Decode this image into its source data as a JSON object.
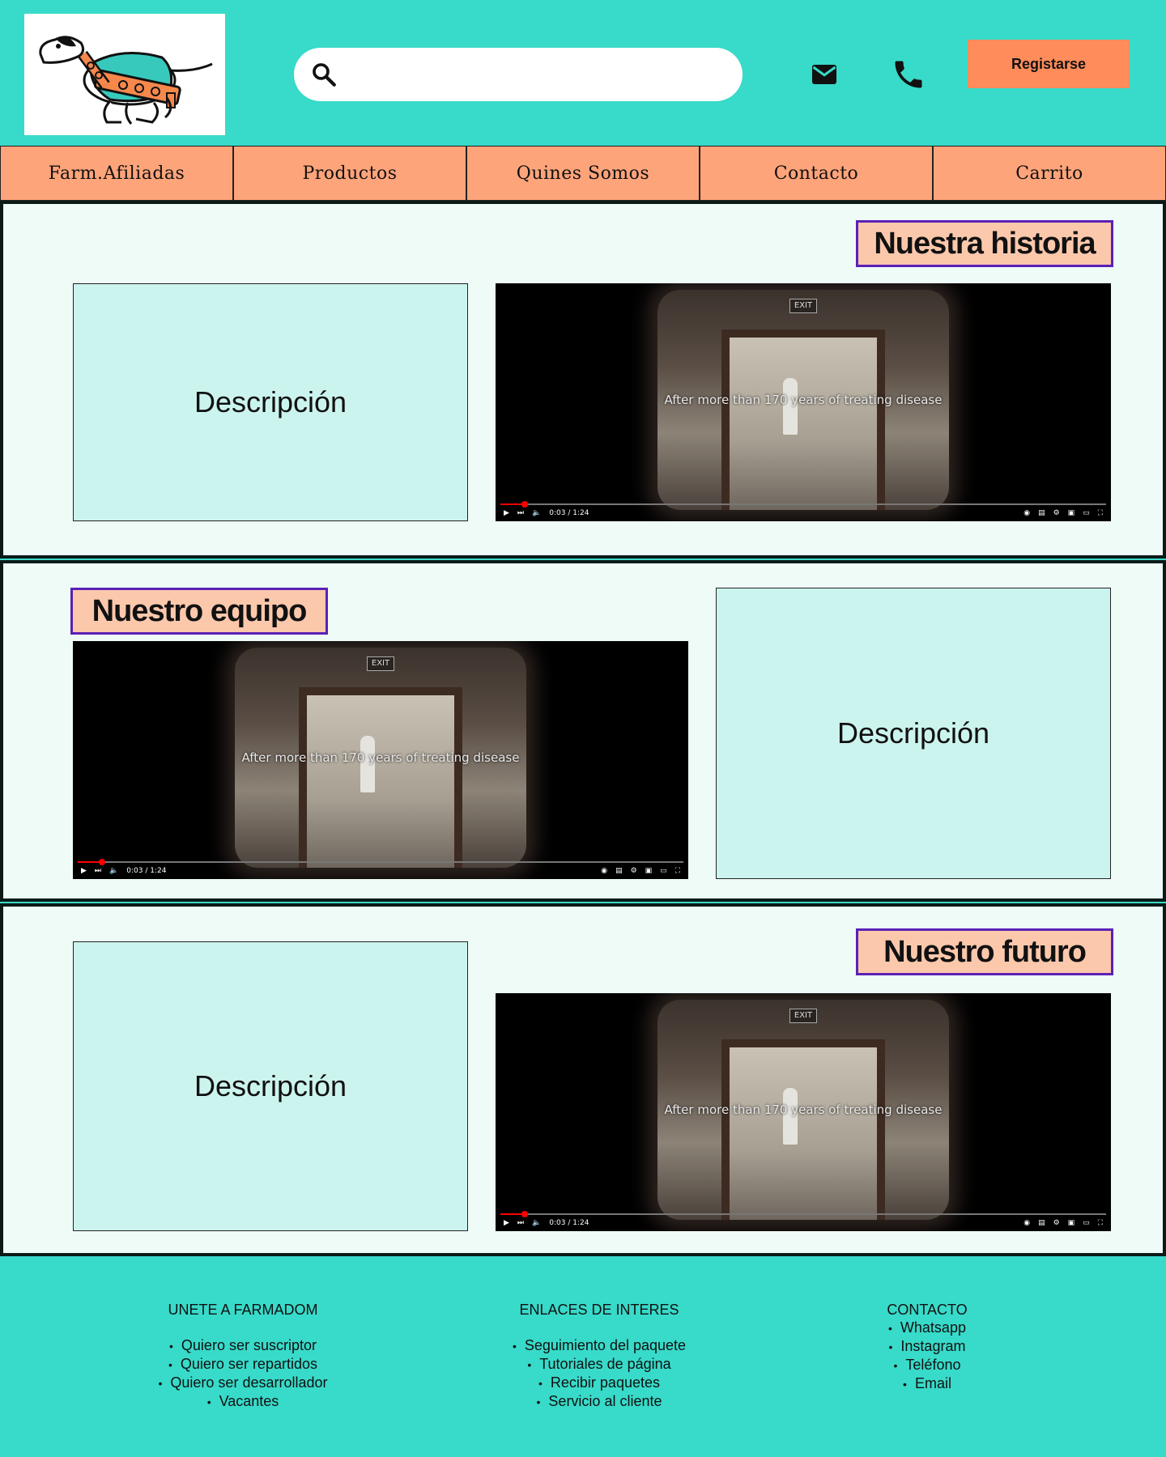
{
  "header": {
    "search_placeholder": "",
    "register_label": "Registarse"
  },
  "nav": {
    "items": [
      {
        "label": "Farm.Afiliadas"
      },
      {
        "label": "Productos"
      },
      {
        "label": "Quines Somos"
      },
      {
        "label": "Contacto"
      },
      {
        "label": "Carrito"
      }
    ]
  },
  "sections": [
    {
      "title": "Nuestra historia",
      "description": "Descripción",
      "video_caption": "After more than 170 years of treating disease",
      "video_time": "0:03 / 1:24"
    },
    {
      "title": "Nuestro equipo",
      "description": "Descripción",
      "video_caption": "After more than 170 years of treating disease",
      "video_time": "0:03 / 1:24"
    },
    {
      "title": "Nuestro futuro",
      "description": "Descripción",
      "video_caption": "After more than 170 years of treating disease",
      "video_time": "0:03 / 1:24"
    }
  ],
  "video": {
    "exit_label": "EXIT",
    "progress_percent": 4
  },
  "footer": {
    "join": {
      "heading": "UNETE A FARMADOM",
      "items": [
        "Quiero ser suscriptor",
        "Quiero ser repartidos",
        "Quiero ser desarrollador",
        "Vacantes"
      ]
    },
    "links": {
      "heading": "ENLACES DE INTERES",
      "items": [
        "Seguimiento del paquete",
        "Tutoriales de página",
        "Recibir paquetes",
        "Servicio al cliente"
      ]
    },
    "contact": {
      "heading": "CONTACTO",
      "items": [
        "Whatsapp",
        "Instagram",
        "Teléfono",
        "Email"
      ]
    }
  },
  "colors": {
    "background": "#38dac9",
    "nav": "#fea47a",
    "register_button": "#ff8c5a",
    "section_bg": "#eefbf7",
    "description_bg": "#ccf4ee",
    "title_bg": "#fcc8ac",
    "title_border": "#5b21b6"
  },
  "icons": {
    "logo": "dog-logo-icon",
    "search": "search-icon",
    "mail": "mail-icon",
    "phone": "phone-icon"
  }
}
